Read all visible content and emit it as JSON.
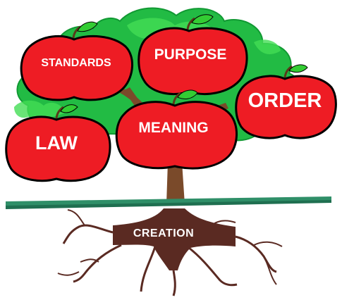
{
  "diagram": {
    "apples": [
      {
        "id": "standards",
        "label": "STANDARDS"
      },
      {
        "id": "purpose",
        "label": "PURPOSE"
      },
      {
        "id": "order",
        "label": "ORDER"
      },
      {
        "id": "meaning",
        "label": "MEANING"
      },
      {
        "id": "law",
        "label": "LAW"
      }
    ],
    "root": {
      "label": "CREATION"
    },
    "colors": {
      "apple": "#ee1c24",
      "apple_outline": "#000000",
      "leaf": "#33cc33",
      "foliage": "#22bb44",
      "trunk": "#7a4a2a",
      "ground": "#2f8f68",
      "roots": "#5a2a22",
      "label": "#ffffff"
    }
  }
}
